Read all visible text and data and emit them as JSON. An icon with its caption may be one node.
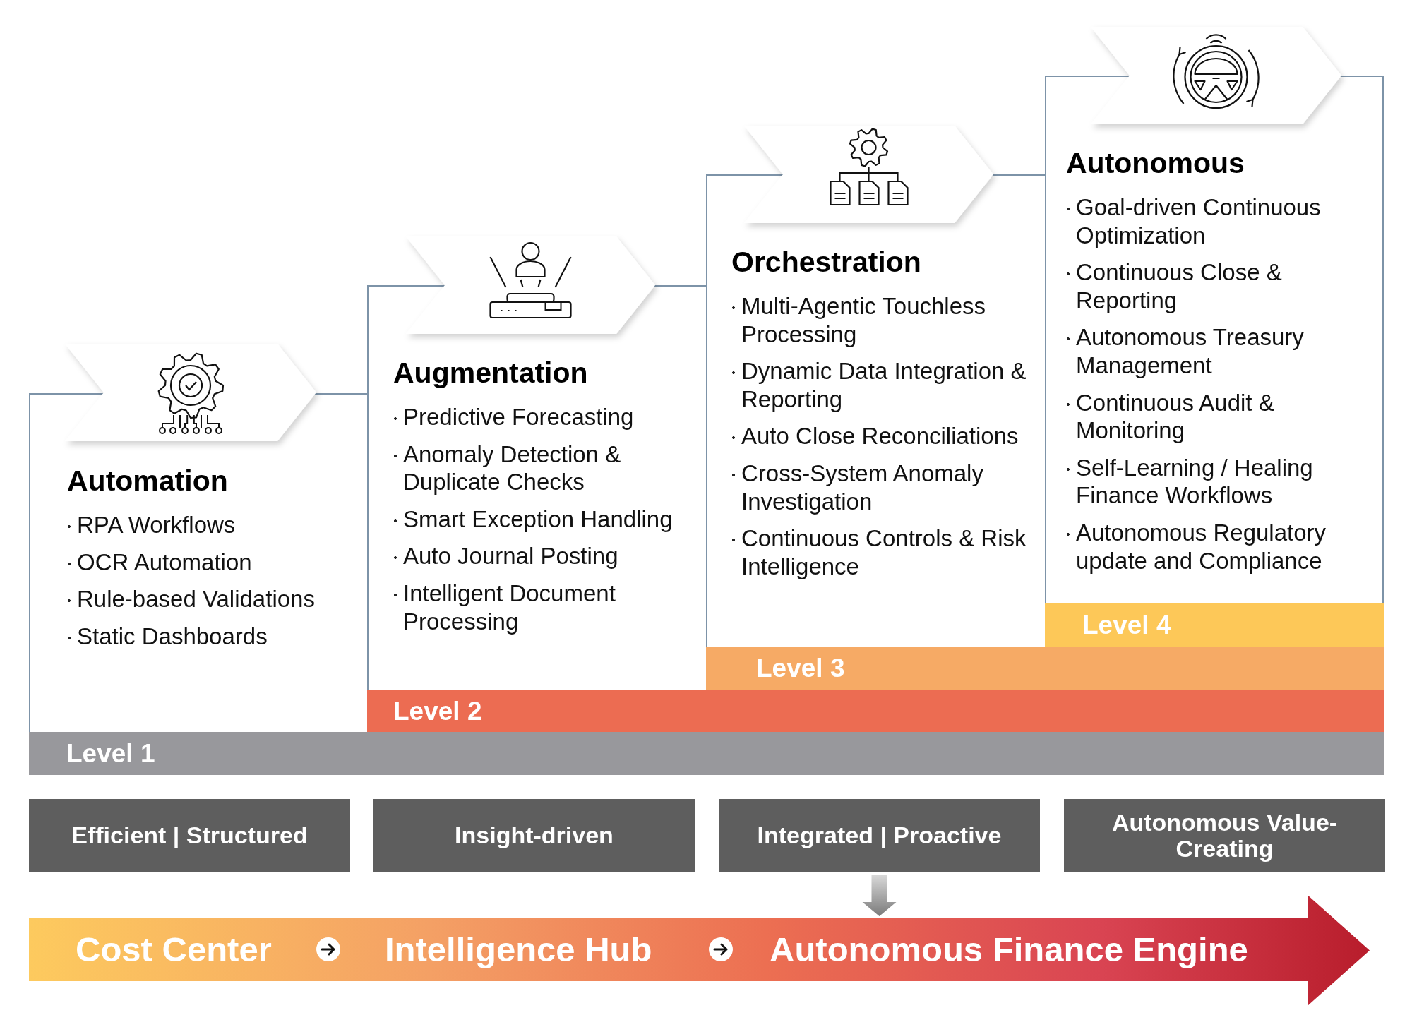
{
  "diagram": {
    "nodes": [
      {
        "text": [
          "Automation",
          "RPA Workflows",
          "OCR Automation",
          "Rule-based Validations",
          "Static Dashboards"
        ]
      },
      {
        "text": [
          "Augmentation",
          "Predictive Forecasting",
          "Anomaly Detection & Duplicate Checks",
          "Smart Exception Handling",
          "Auto Journal Posting",
          "Intelligent Document Processing"
        ]
      },
      {
        "text": [
          "Orchestration",
          "Multi-Agentic Touchless Processing",
          "Dynamic Data Integration & Reporting",
          "Auto Close Reconciliations",
          "Cross-System Anomaly Investigation",
          "Continuous Controls & Risk Intelligence"
        ]
      },
      {
        "text": [
          "Autonomous",
          "Goal-driven Continuous Optimization",
          "Continuous Close & Reporting",
          "Autonomous Treasury Management",
          "Continuous Audit & Monitoring",
          "Self-Learning / Healing Finance Workflows",
          "Autonomous Regulatory update and Compliance"
        ]
      },
      {
        "text": [
          "Level 4"
        ]
      },
      {
        "text": [
          "Level 3"
        ]
      },
      {
        "text": [
          "Level 2"
        ]
      },
      {
        "text": [
          "Level 1"
        ]
      },
      {
        "text": [
          "Efficient | Structured"
        ]
      },
      {
        "text": [
          "Insight-driven"
        ]
      },
      {
        "text": [
          "Integrated | Proactive"
        ]
      },
      {
        "text": [
          "Autonomous Value-Creating"
        ]
      },
      {
        "text": [
          "Cost Center",
          "Intelligence Hub",
          "Autonomous Finance Engine"
        ]
      }
    ],
    "edges": [
      {
        "from": 10,
        "to": 12,
        "arrow": "to",
        "style": "thick"
      }
    ]
  }
}
